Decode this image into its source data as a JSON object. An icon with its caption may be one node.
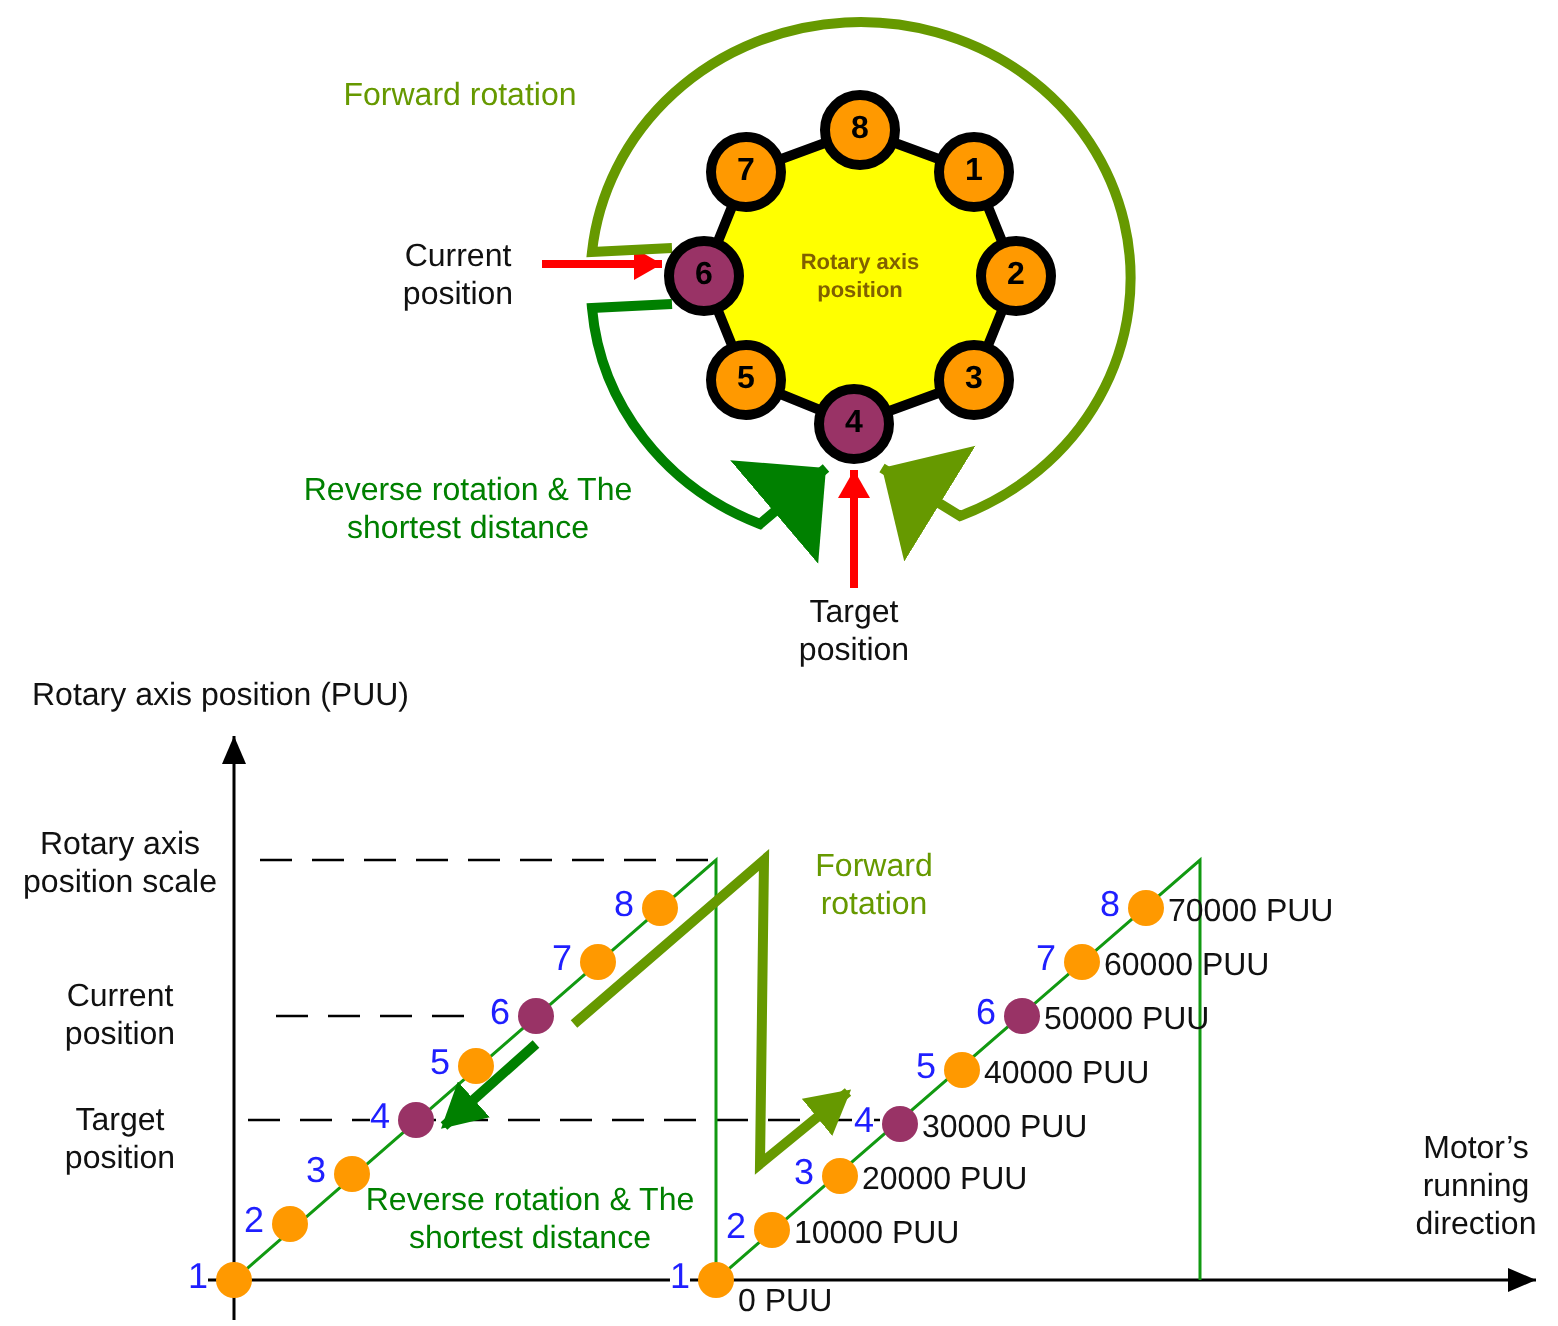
{
  "diagram": {
    "nodes": [
      {
        "text": [
          "Rotary axis position"
        ]
      },
      {
        "text": [
          "1"
        ]
      },
      {
        "text": [
          "2"
        ]
      },
      {
        "text": [
          "3"
        ]
      },
      {
        "text": [
          "4"
        ]
      },
      {
        "text": [
          "5"
        ]
      },
      {
        "text": [
          "6"
        ]
      },
      {
        "text": [
          "7"
        ]
      },
      {
        "text": [
          "8"
        ]
      },
      {
        "text": [
          "Current position"
        ]
      },
      {
        "text": [
          "Target position"
        ]
      }
    ],
    "edges": [
      {
        "from": 9,
        "to": 6,
        "arrow": "to",
        "color": "#ff0000"
      },
      {
        "from": 10,
        "to": 4,
        "arrow": "to",
        "color": "#ff0000"
      },
      {
        "from": 6,
        "to": 4,
        "arrow": "to",
        "label": "Forward rotation",
        "color": "#669900"
      },
      {
        "from": 6,
        "to": 4,
        "arrow": "to",
        "label": "Reverse rotation & The shortest distance",
        "color": "#008000"
      }
    ],
    "labels": [
      "Rotary axis position (PUU)",
      "Rotary axis position scale",
      "Current position",
      "Target position",
      "Forward rotation",
      "Reverse rotation & The shortest distance",
      "Motor’s running direction",
      "1",
      "2",
      "3",
      "4",
      "5",
      "6",
      "7",
      "8",
      "1",
      "2",
      "3",
      "4",
      "5",
      "6",
      "7",
      "8",
      "0 PUU",
      "10000 PUU",
      "20000 PUU",
      "30000 PUU",
      "40000 PUU",
      "50000 PUU",
      "60000 PUU",
      "70000 PUU"
    ]
  }
}
